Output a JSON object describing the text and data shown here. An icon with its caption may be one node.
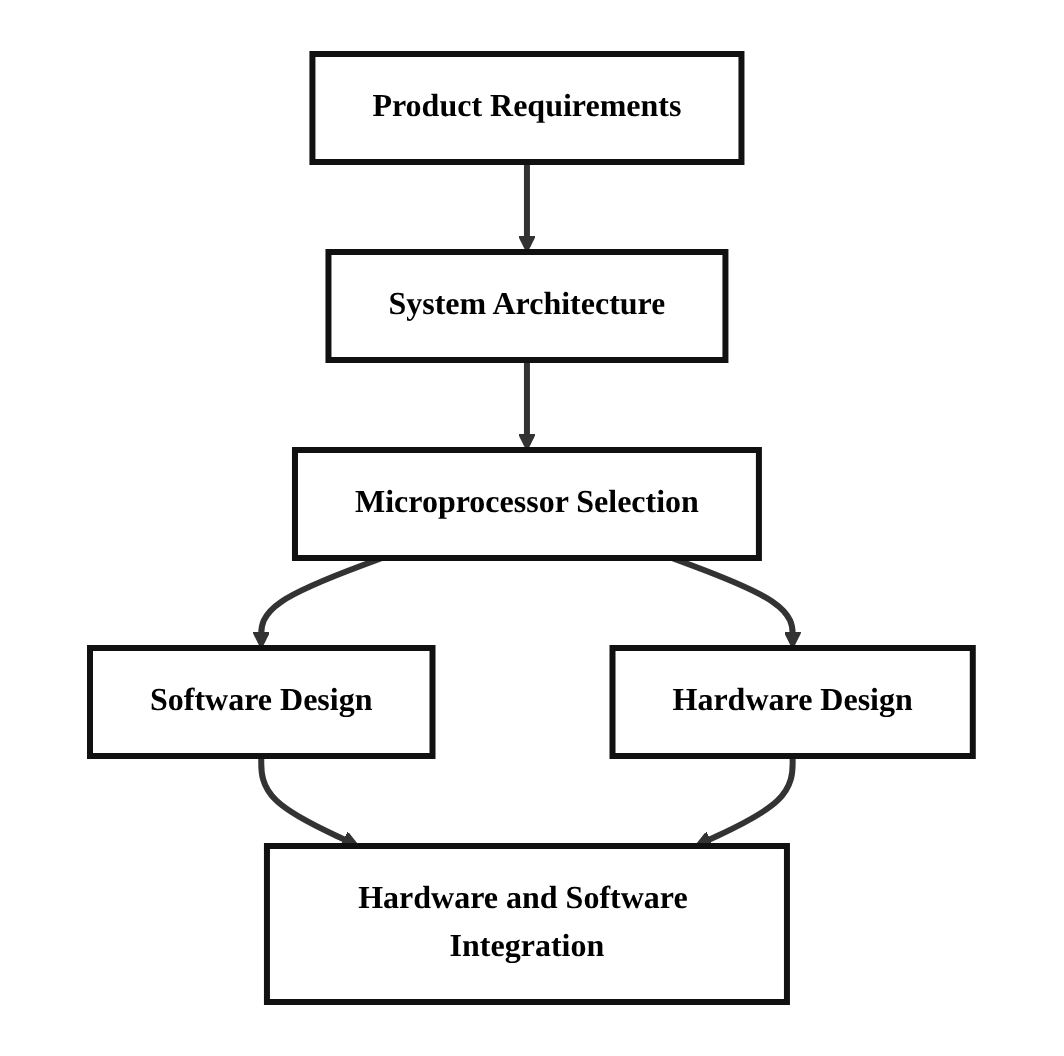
{
  "diagram": {
    "nodes": [
      {
        "text": [
          "Product Requirements"
        ]
      },
      {
        "text": [
          "System Architecture"
        ]
      },
      {
        "text": [
          "Microprocessor Selection"
        ]
      },
      {
        "text": [
          "Software Design"
        ]
      },
      {
        "text": [
          "Hardware Design"
        ]
      },
      {
        "text": [
          "Hardware and Software Integration"
        ]
      }
    ],
    "edges": [
      {
        "from": 0,
        "to": 1,
        "arrow": "to"
      },
      {
        "from": 1,
        "to": 2,
        "arrow": "to"
      },
      {
        "from": 2,
        "to": 3,
        "arrow": "to"
      },
      {
        "from": 2,
        "to": 4,
        "arrow": "to"
      },
      {
        "from": 3,
        "to": 5,
        "arrow": "to"
      },
      {
        "from": 4,
        "to": 5,
        "arrow": "to"
      }
    ]
  }
}
